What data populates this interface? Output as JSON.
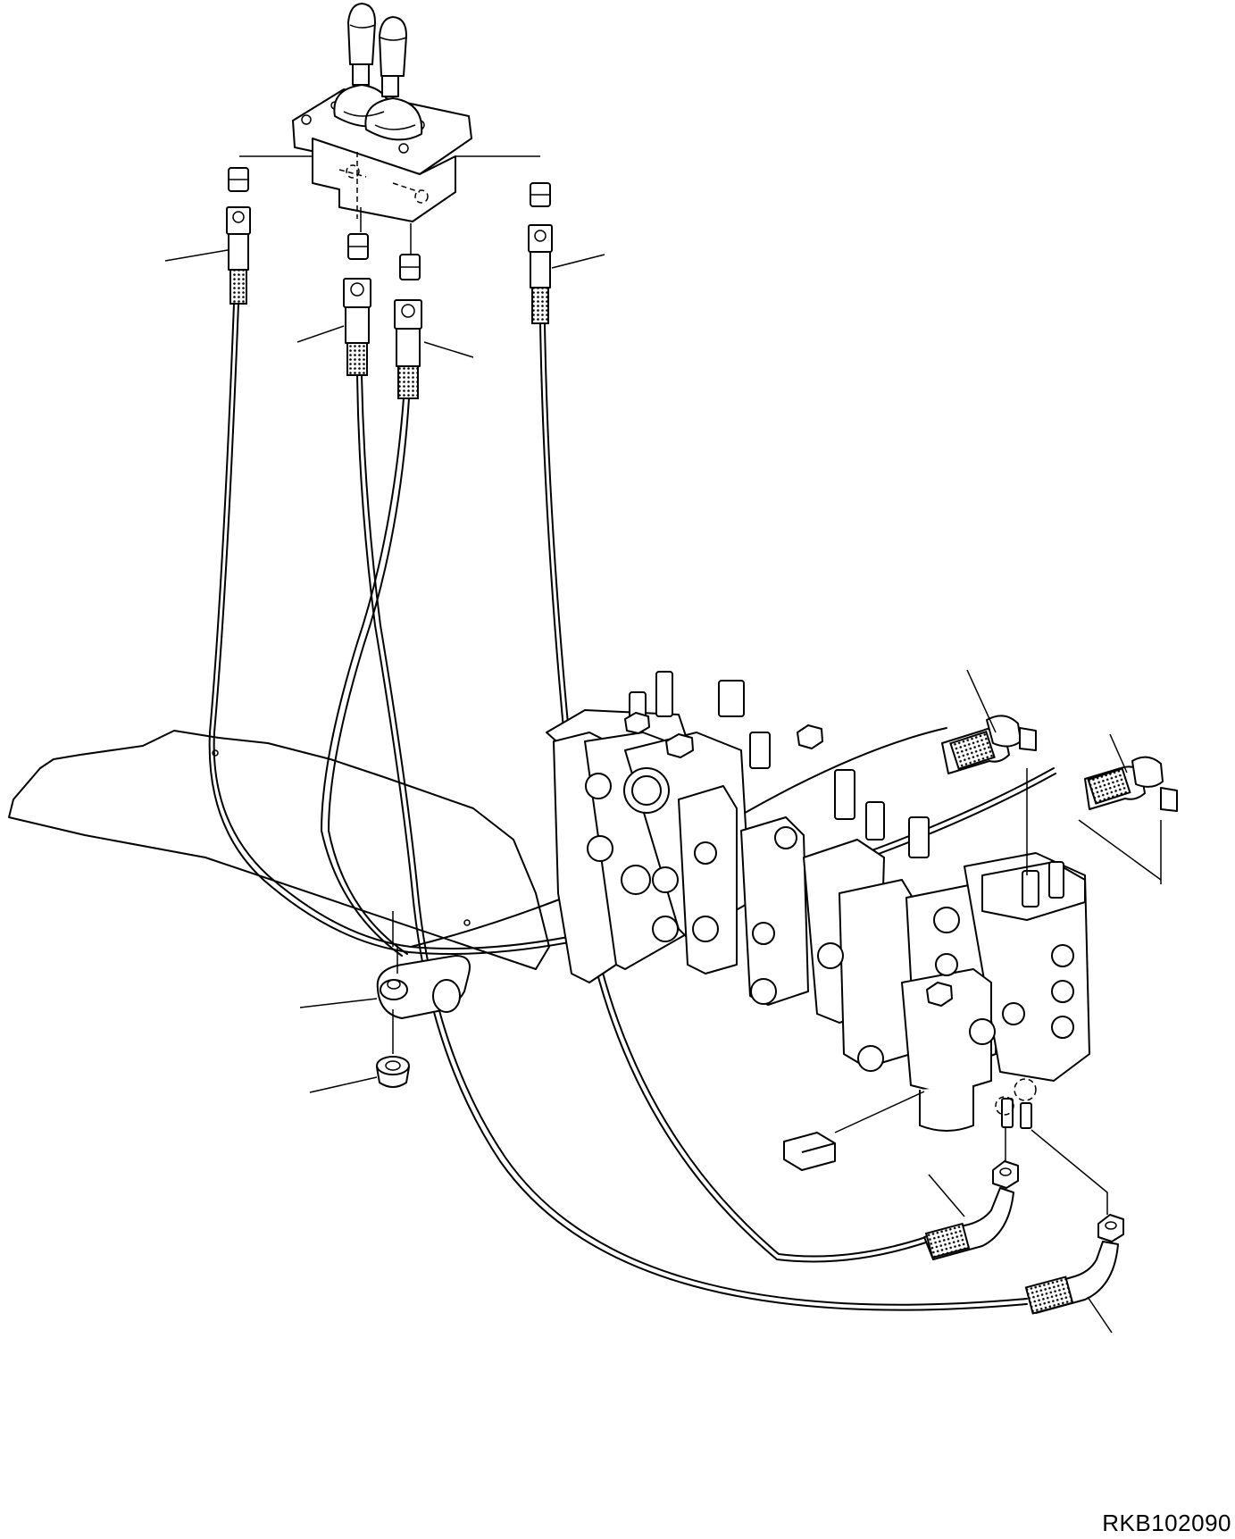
{
  "drawing": {
    "id": "RKB102090"
  },
  "parts": [
    {
      "name": "pilot-control-valve"
    },
    {
      "name": "main-control-valve"
    },
    {
      "name": "hose-clamp"
    },
    {
      "name": "clamp-nut"
    },
    {
      "name": "electrical-connector"
    }
  ],
  "callout_leaders": 10
}
